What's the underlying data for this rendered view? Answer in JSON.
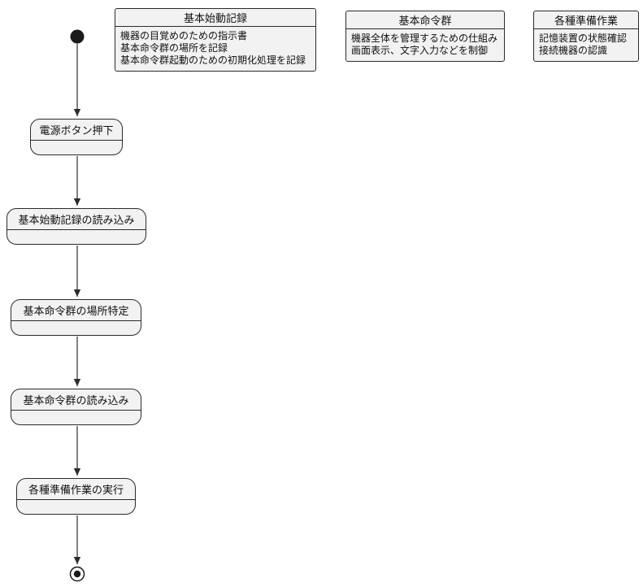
{
  "diagram": {
    "kind": "activity-flow",
    "notes": [
      {
        "title": "基本始動記録",
        "lines": [
          "機器の目覚めのための指示書",
          "基本命令群の場所を記録",
          "基本命令群起動のための初期化処理を記録"
        ]
      },
      {
        "title": "基本命令群",
        "lines": [
          "機器全体を管理するための仕組み",
          "画面表示、文字入力などを制御"
        ]
      },
      {
        "title": "各種準備作業",
        "lines": [
          "記憶装置の状態確認",
          "接続機器の認識"
        ]
      }
    ],
    "states": [
      {
        "label": "電源ボタン押下"
      },
      {
        "label": "基本始動記録の読み込み"
      },
      {
        "label": "基本命令群の場所特定"
      },
      {
        "label": "基本命令群の読み込み"
      },
      {
        "label": "各種準備作業の実行"
      }
    ],
    "colors": {
      "node_fill": "#f2f2f2",
      "node_border": "#2b2b2b",
      "arrow": "#2b2b2b",
      "terminal": "#1a1a1a",
      "background": "#ffffff"
    }
  }
}
